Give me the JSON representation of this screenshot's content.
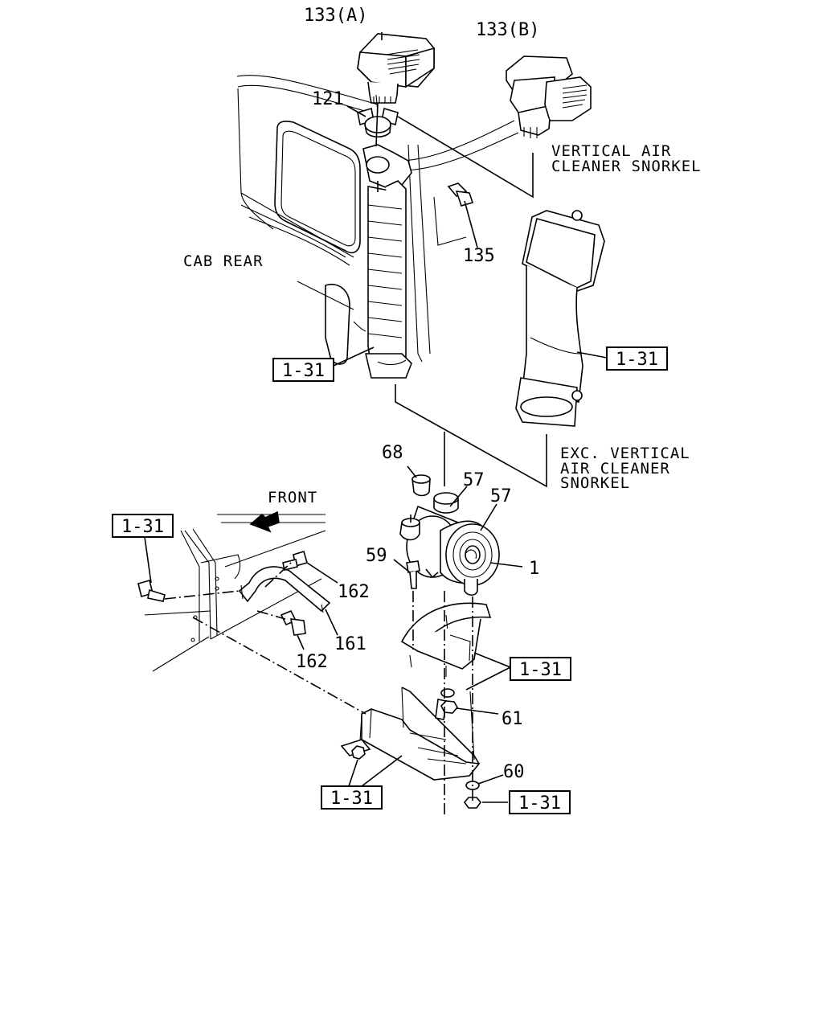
{
  "diagram": {
    "part_labels": {
      "p133a": "133(A)",
      "p133b": "133(B)",
      "p121": "121",
      "p135": "135",
      "p68": "68",
      "p57a": "57",
      "p57b": "57",
      "p59": "59",
      "p1": "1",
      "p162a": "162",
      "p162b": "162",
      "p161": "161",
      "p61": "61",
      "p60": "60"
    },
    "notes": {
      "vertical_line1": "VERTICAL AIR",
      "vertical_line2": "CLEANER SNORKEL",
      "cab_rear": "CAB REAR",
      "exc_line1": "EXC. VERTICAL",
      "exc_line2": "AIR CLEANER",
      "exc_line3": "SNORKEL",
      "front": "FRONT"
    },
    "ref_boxes": {
      "r1": "1-31",
      "r2": "1-31",
      "r3": "1-31",
      "r4": "1-31",
      "r5": "1-31",
      "r6": "1-31"
    }
  }
}
